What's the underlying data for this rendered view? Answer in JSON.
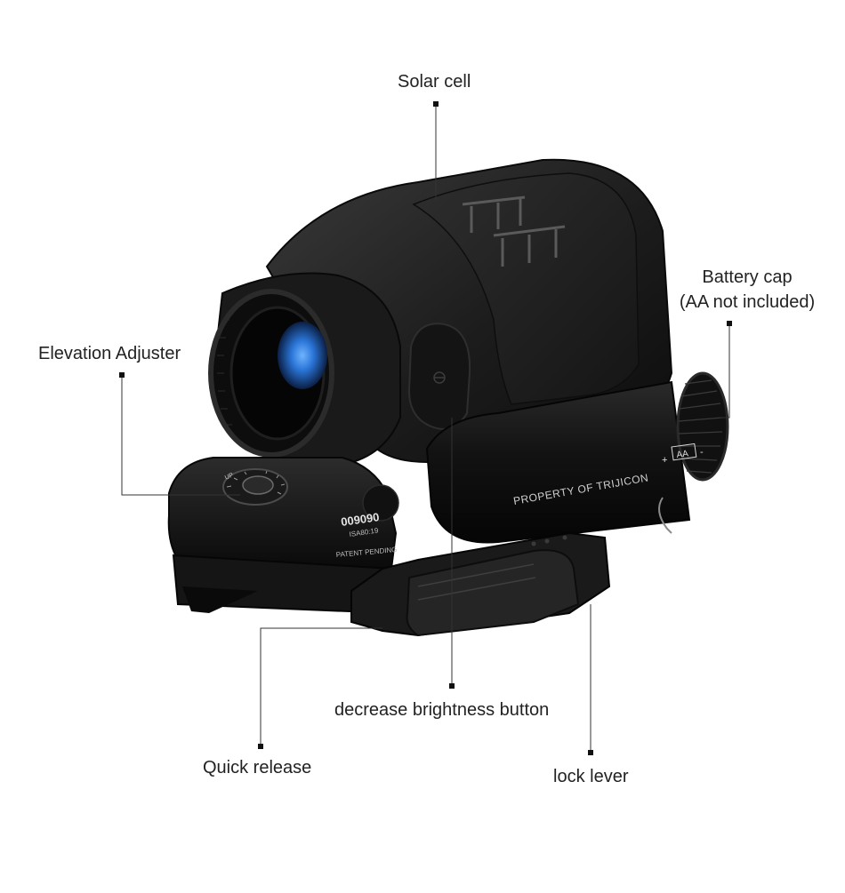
{
  "diagram": {
    "product_markings": {
      "body_text": "PROPERTY OF TRIJICON",
      "serial": "009090",
      "model": "ISA80:19",
      "patent": "PATENT PENDING",
      "battery_marking": "AA",
      "plus": "+",
      "minus": "-",
      "dial_text": "UP"
    },
    "callouts": [
      {
        "id": "solar-cell",
        "label": "Solar cell"
      },
      {
        "id": "battery-cap",
        "label": "Battery cap",
        "sublabel": "(AA not included)"
      },
      {
        "id": "elevation-adjuster",
        "label": "Elevation Adjuster"
      },
      {
        "id": "decrease-brightness-button",
        "label": "decrease brightness button"
      },
      {
        "id": "quick-release",
        "label": "Quick release"
      },
      {
        "id": "lock-lever",
        "label": "lock lever"
      }
    ]
  }
}
